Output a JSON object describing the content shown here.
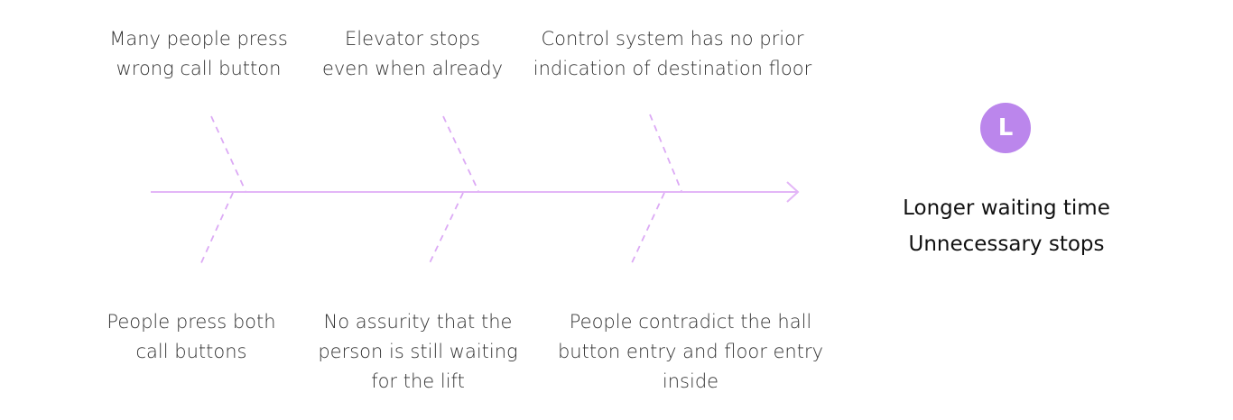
{
  "diagram": {
    "colors": {
      "spine": "#e3b6f7",
      "bones": "#dcaaf5",
      "badge": "#bb86ec"
    },
    "top_causes": [
      {
        "lines": [
          "Many people press",
          "wrong call button"
        ]
      },
      {
        "lines": [
          "Elevator stops",
          "even when already"
        ]
      },
      {
        "lines": [
          "Control system has no prior",
          "indication of destination floor"
        ]
      }
    ],
    "bottom_causes": [
      {
        "lines": [
          "People press both",
          "call buttons"
        ]
      },
      {
        "lines": [
          "No assurity that the",
          "person is still waiting",
          "for the lift"
        ]
      },
      {
        "lines": [
          "People contradict the hall",
          "button entry and floor entry",
          "inside"
        ]
      }
    ],
    "badge_letter": "L",
    "effect_lines": [
      "Longer waiting time",
      "Unnecessary stops"
    ]
  }
}
